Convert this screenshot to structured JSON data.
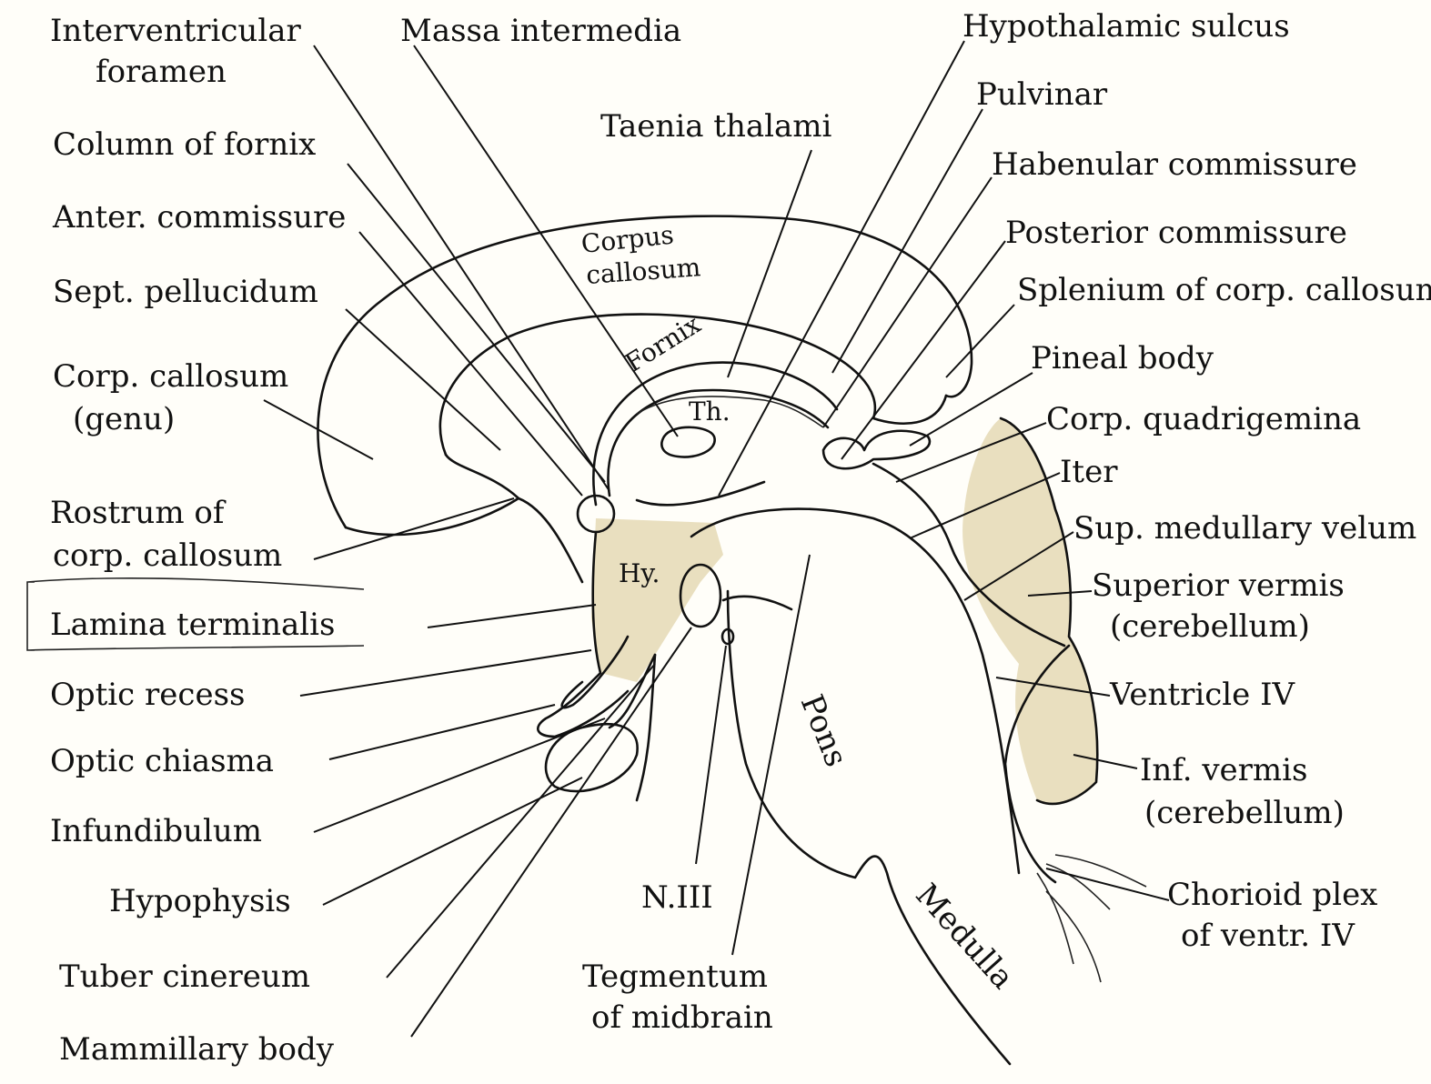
{
  "labels": {
    "interventricular_foramen": [
      "Interventricular",
      "foramen"
    ],
    "massa_intermedia": "Massa intermedia",
    "hypothalamic_sulcus": "Hypothalamic sulcus",
    "pulvinar": "Pulvinar",
    "taenia_thalami": "Taenia thalami",
    "column_of_fornix": "Column of fornix",
    "habenular_commissure": "Habenular commissure",
    "anter_commissure": "Anter. commissure",
    "posterior_commissure": "Posterior commissure",
    "sept_pellucidum": "Sept. pellucidum",
    "splenium": "Splenium of corp. callosum",
    "corp_callosum_genu": [
      "Corp. callosum",
      "(genu)"
    ],
    "pineal_body": "Pineal body",
    "corp_quadrigemina": "Corp. quadrigemina",
    "iter": "Iter",
    "rostrum": [
      "Rostrum of",
      "corp. callosum"
    ],
    "sup_medullary_velum": "Sup. medullary velum",
    "superior_vermis": [
      "Superior vermis",
      "(cerebellum)"
    ],
    "lamina_terminalis": "Lamina terminalis",
    "optic_recess": "Optic recess",
    "ventricle_iv": "Ventricle IV",
    "optic_chiasma": "Optic chiasma",
    "inf_vermis": [
      "Inf. vermis",
      "(cerebellum)"
    ],
    "infundibulum": "Infundibulum",
    "hypophysis": "Hypophysis",
    "chorioid_plex": [
      "Chorioid plex",
      "of ventr. IV"
    ],
    "n_iii": "N.III",
    "tuber_cinereum": "Tuber cinereum",
    "tegmentum": [
      "Tegmentum",
      "of midbrain"
    ],
    "mammillary_body": "Mammillary body"
  },
  "inner_labels": {
    "corpus_callosum": [
      "Corpus",
      "callosum"
    ],
    "fornix": "Fornix",
    "th": "Th.",
    "hy": "Hy.",
    "pons": "Pons",
    "medulla": "Medulla"
  }
}
